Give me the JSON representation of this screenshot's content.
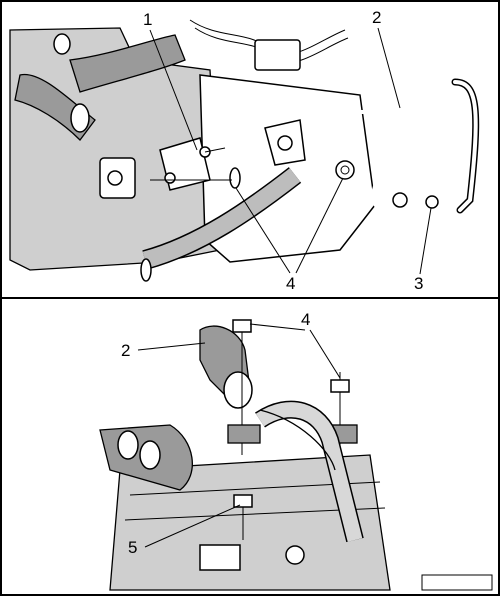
{
  "top_panel": {
    "callouts": {
      "c1": "1",
      "c2": "2",
      "c3": "3",
      "c4": "4"
    }
  },
  "bottom_panel": {
    "callouts": {
      "c2": "2",
      "c4": "4",
      "c5": "5"
    }
  },
  "reference_box": ""
}
